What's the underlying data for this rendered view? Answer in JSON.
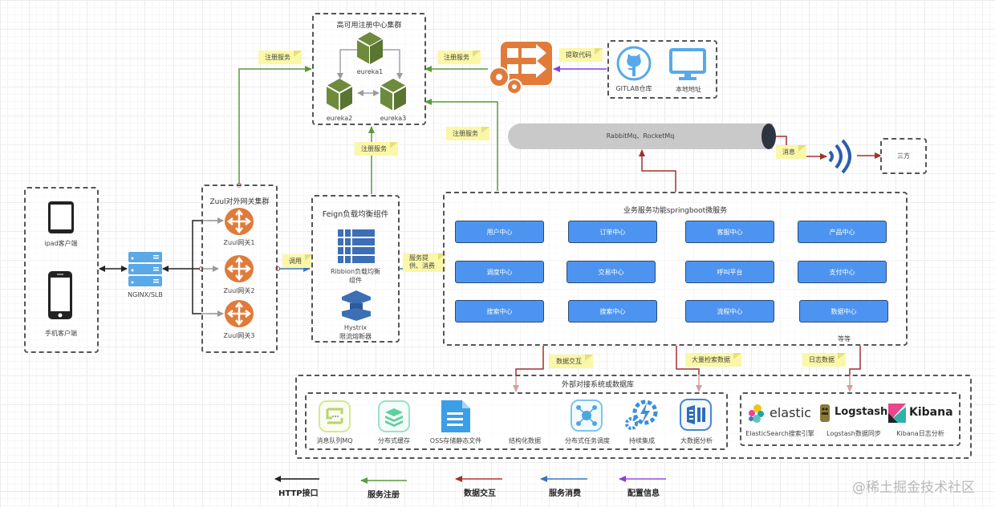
{
  "registry": {
    "title": "高可用注册中心集群",
    "nodes": [
      "eureka1",
      "eureka2",
      "eureka3"
    ]
  },
  "ci": {
    "pull_code_note": "提取代码",
    "sources": [
      "GITLAB仓库",
      "本地地址"
    ]
  },
  "notes": {
    "register": "注册服务",
    "call": "调用",
    "provide_consume": "服务提\n供、消费",
    "message": "消息",
    "data_exchange": "数据交互",
    "bulk_search": "大量检索数据",
    "log_data": "日志数据"
  },
  "mq": {
    "label": "RabbitMq、RocketMq",
    "third_party": "三方"
  },
  "clients": {
    "items": [
      "ipad客户端",
      "手机客户端"
    ]
  },
  "nginx": {
    "label": "NGINX/SLB"
  },
  "zuul": {
    "title": "Zuul对外网关集群",
    "items": [
      "Zuul网关1",
      "Zuul网关2",
      "Zuul网关3"
    ]
  },
  "feign": {
    "title": "Feign负载均衡组件",
    "ribbon": "Ribbion负载均衡\n组件",
    "hystrix": "Hystrix\n限流熔断器"
  },
  "services": {
    "title": "业务服务功能springboot微服务",
    "items": [
      "用户中心",
      "订单中心",
      "客服中心",
      "产品中心",
      "调度中心",
      "交易中心",
      "呼叫平台",
      "支付中心",
      "搜索中心",
      "搜索中心",
      "流程中心",
      "数据中心"
    ],
    "etc": "等等"
  },
  "external": {
    "title": "外部对接系统或数据库",
    "items": [
      "消息队列MQ",
      "分布式缓存",
      "OSS存储静态文件",
      "结构化数据",
      "分布式任务调度",
      "持续集成",
      "大数据分析"
    ],
    "elk": [
      {
        "logo": "elastic",
        "label": "ElasticSearch搜索引擎"
      },
      {
        "logo": "Logstash",
        "label": "Logstash数据同步"
      },
      {
        "logo": "Kibana",
        "label": "Kibana日志分析"
      }
    ]
  },
  "legend": {
    "items": [
      {
        "label": "HTTP接口",
        "color": "#111111"
      },
      {
        "label": "服务注册",
        "color": "#5a9a3c"
      },
      {
        "label": "数据交互",
        "color": "#b83232"
      },
      {
        "label": "服务消费",
        "color": "#3b72c4"
      },
      {
        "label": "配置信息",
        "color": "#9b4ce0"
      }
    ]
  },
  "colors": {
    "eureka_green": "#6e8b3d",
    "zuul_orange": "#e07b39",
    "service_blue": "#4d94f0",
    "register_line": "#5a9a3c",
    "data_line": "#a33030",
    "consume_line": "#3b72c4",
    "config_line": "#8a3fe0"
  },
  "watermark": "@稀土掘金技术社区"
}
